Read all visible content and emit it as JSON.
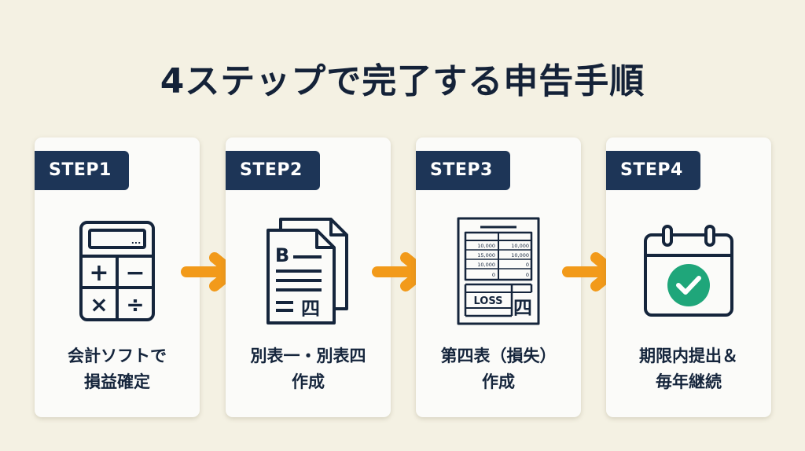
{
  "title": "4ステップで完了する申告手順",
  "colors": {
    "background": "#f4f1e3",
    "badge": "#1d3557",
    "icon_stroke": "#15253c",
    "arrow": "#f29a1a",
    "check": "#1fa67a"
  },
  "steps": [
    {
      "badge": "STEP1",
      "icon": "calculator-icon",
      "caption_line1": "会計ソフトで",
      "caption_line2": "損益確定",
      "calculator": {
        "display": "...",
        "keys": [
          "+",
          "−",
          "×",
          "÷"
        ]
      }
    },
    {
      "badge": "STEP2",
      "icon": "documents-icon",
      "caption_line1": "別表一・別表四",
      "caption_line2": "作成",
      "document": {
        "letter": "B",
        "kanji": "四"
      }
    },
    {
      "badge": "STEP3",
      "icon": "loss-form-icon",
      "caption_line1": "第四表（損失）",
      "caption_line2": "作成",
      "form": {
        "rows": [
          [
            "10,000",
            "10,000"
          ],
          [
            "15,000",
            "10,000"
          ],
          [
            "10,000",
            "0"
          ],
          [
            "0",
            "0"
          ]
        ],
        "loss_label": "LOSS",
        "kanji": "四"
      }
    },
    {
      "badge": "STEP4",
      "icon": "calendar-check-icon",
      "caption_line1": "期限内提出＆",
      "caption_line2": "毎年継続"
    }
  ]
}
